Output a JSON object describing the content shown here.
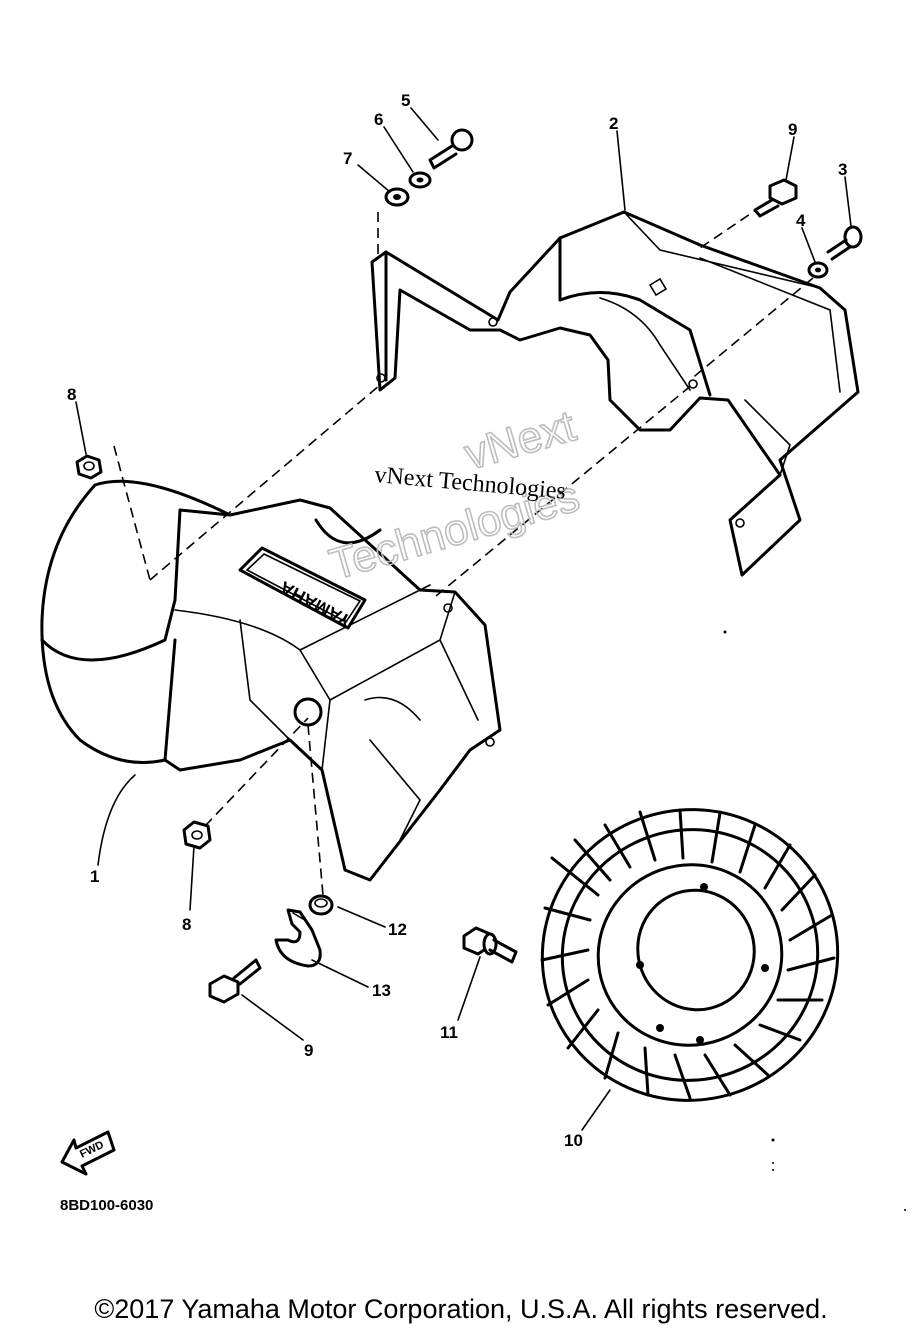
{
  "callouts": {
    "c1": "1",
    "c2": "2",
    "c3": "3",
    "c4": "4",
    "c5": "5",
    "c6": "6",
    "c7": "7",
    "c8a": "8",
    "c8b": "8",
    "c9a": "9",
    "c9b": "9",
    "c10": "10",
    "c11": "11",
    "c12": "12",
    "c13": "13"
  },
  "watermark": {
    "line": "vNext Technologies",
    "outline_top": "vNext",
    "outline_bottom": "Technologies"
  },
  "cover_logo": "YAMAHA",
  "fwd_label": "FWD",
  "drawing_code": "8BD100-6030",
  "copyright": "©2017 Yamaha Motor Corporation, U.S.A. All rights reserved."
}
